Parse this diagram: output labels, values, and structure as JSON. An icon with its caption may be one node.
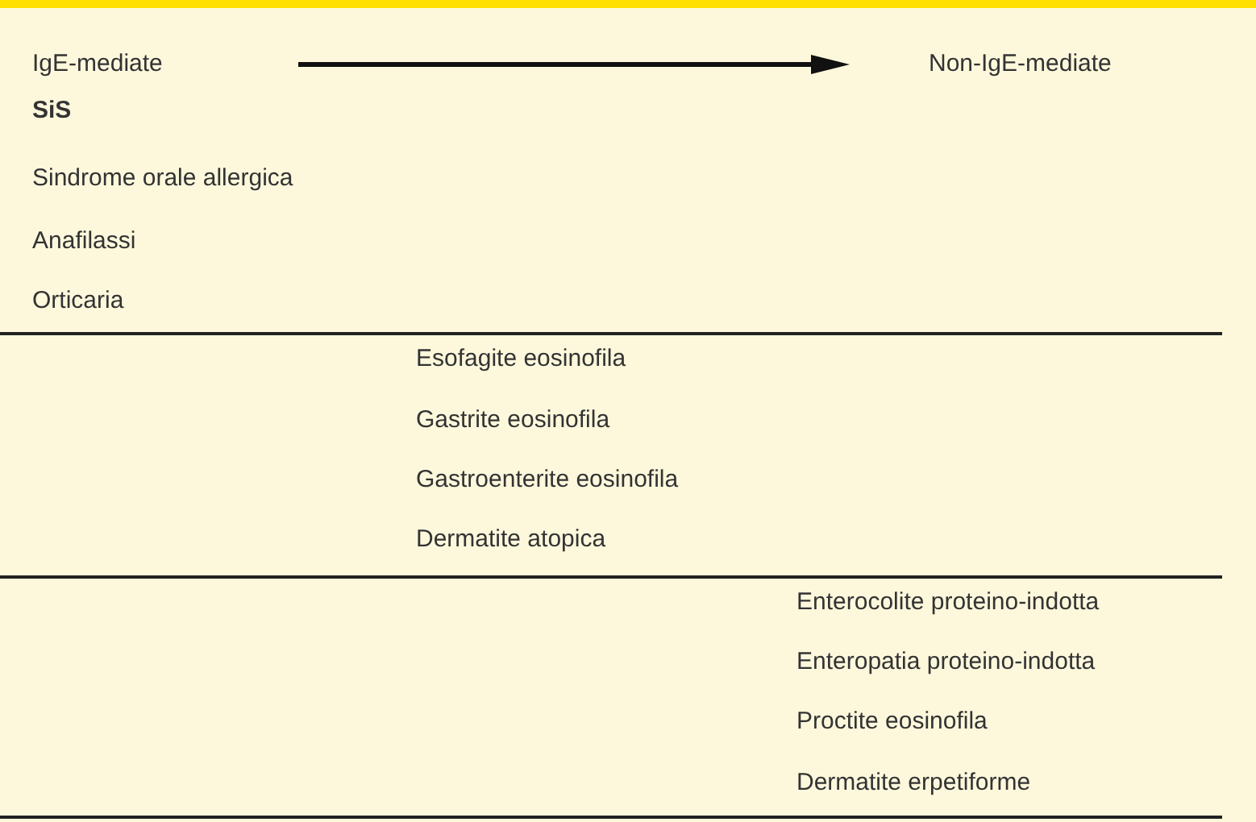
{
  "diagram": {
    "labels": [
      "IgE-mediate",
      "Non-IgE-mediate",
      "SiS",
      "Sindrome orale allergica",
      "Anafilassi",
      "Orticaria",
      "Esofagite eosinofila",
      "Gastrite eosinofila",
      "Gastroenterite eosinofila",
      "Dermatite atopica",
      "Enterocolite proteino-indotta",
      "Enteropatia proteino-indotta",
      "Proctite eosinofila",
      "Dermatite erpetiforme"
    ]
  }
}
